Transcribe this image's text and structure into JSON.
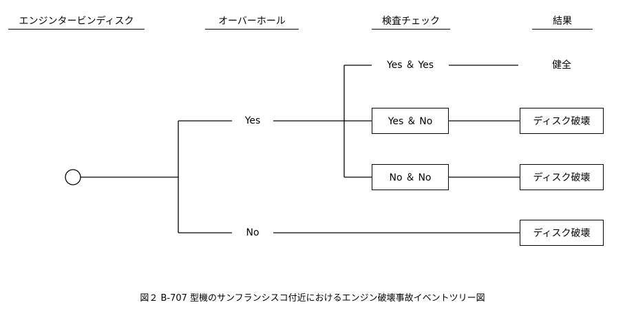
{
  "headers": {
    "disk": "エンジンタービンディスク",
    "overhaul": "オーバーホール",
    "inspection": "検査チェック",
    "result": "結果"
  },
  "branches": {
    "overhaul_yes": "Yes",
    "overhaul_no": "No",
    "check_yes_yes": "Yes ＆ Yes",
    "check_yes_no": "Yes ＆ No",
    "check_no_no": "No ＆ No"
  },
  "results": {
    "healthy": "健全",
    "destroyed_1": "ディスク破壊",
    "destroyed_2": "ディスク破壊",
    "destroyed_3": "ディスク破壊"
  },
  "caption": "図２ B-707 型機のサンフランシスコ付近におけるエンジン破壊事故イベントツリー図"
}
